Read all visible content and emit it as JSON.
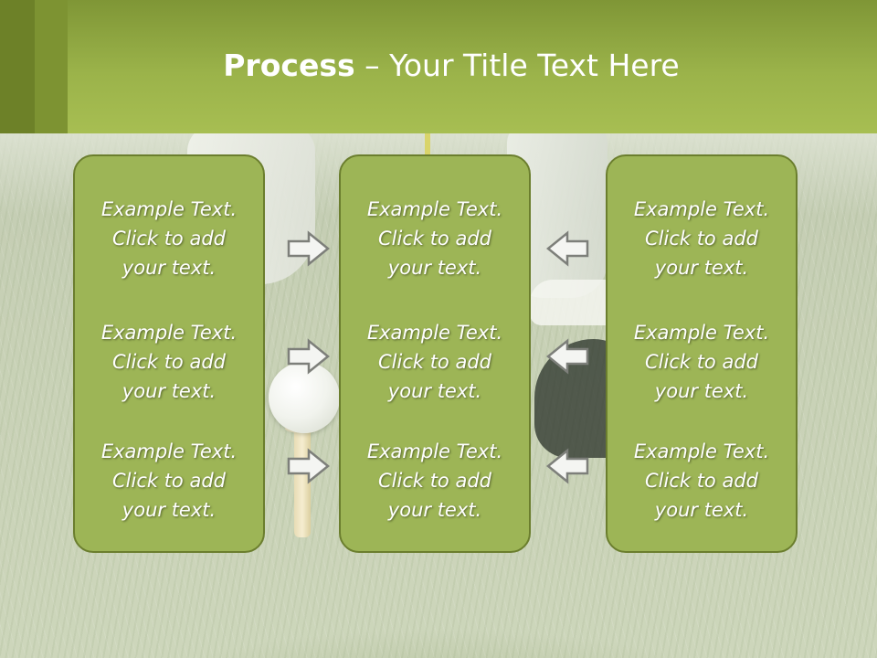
{
  "slide": {
    "title_bold": "Process",
    "title_rest": " – Your Title Text Here"
  },
  "boxes": [
    {
      "texts": [
        {
          "line1": "Example Text.",
          "line2": "Click  to add",
          "line3": "your text."
        },
        {
          "line1": "Example Text.",
          "line2": "Click  to add",
          "line3": "your text."
        },
        {
          "line1": "Example Text.",
          "line2": "Click  to add",
          "line3": "your text."
        }
      ]
    },
    {
      "texts": [
        {
          "line1": "Example Text.",
          "line2": "Click  to add",
          "line3": "your text."
        },
        {
          "line1": "Example Text.",
          "line2": "Click  to add",
          "line3": "your text."
        },
        {
          "line1": "Example Text.",
          "line2": "Click  to add",
          "line3": "your text."
        }
      ]
    },
    {
      "texts": [
        {
          "line1": "Example Text.",
          "line2": "Click  to add",
          "line3": "your text."
        },
        {
          "line1": "Example Text.",
          "line2": "Click  to add",
          "line3": "your text."
        },
        {
          "line1": "Example Text.",
          "line2": "Click  to add",
          "line3": "your text."
        }
      ]
    }
  ],
  "arrows": {
    "left_group": [
      "right-arrow-icon",
      "right-arrow-icon",
      "right-arrow-icon"
    ],
    "right_group": [
      "left-arrow-icon",
      "left-arrow-icon",
      "left-arrow-icon"
    ]
  },
  "colors": {
    "header": "#a7be52",
    "box_fill": "#9db556",
    "box_border": "#6b7e2e",
    "text": "#ffffff"
  }
}
